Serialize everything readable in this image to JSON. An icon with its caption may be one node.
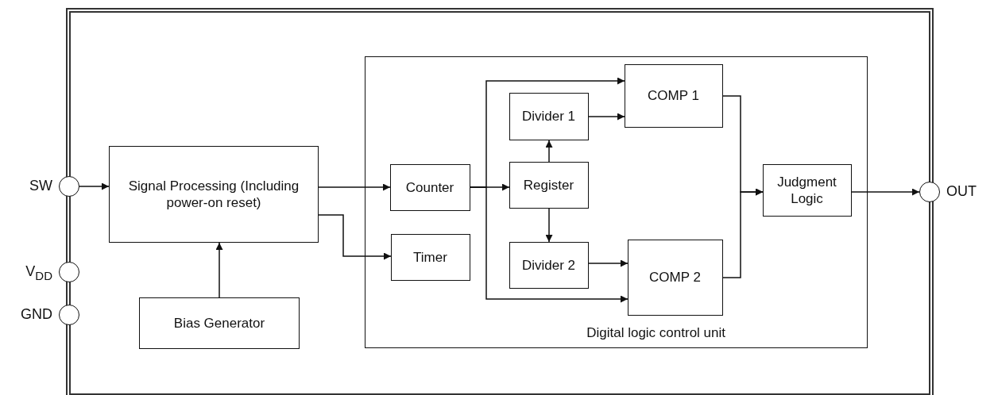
{
  "diagram": {
    "nodes": [
      {
        "text": [],
        "shape": "box"
      },
      {
        "text": [],
        "shape": "circle",
        "beside": [
          "SW"
        ]
      },
      {
        "text": [],
        "shape": "circle",
        "beside": [
          "V$_{DD}$"
        ]
      },
      {
        "text": [],
        "shape": "circle",
        "beside": [
          "GND"
        ]
      },
      {
        "text": [],
        "shape": "circle",
        "beside": [
          "OUT"
        ]
      },
      {
        "text": [
          "Signal Processing (Including power-on reset)"
        ],
        "in": 0
      },
      {
        "text": [
          "Bias Generator"
        ],
        "in": 0
      },
      {
        "text": [
          "Digital logic control unit"
        ],
        "in": 0
      },
      {
        "text": [
          "Counter"
        ],
        "in": 7
      },
      {
        "text": [
          "Timer"
        ],
        "in": 7
      },
      {
        "text": [
          "Register"
        ],
        "in": 7
      },
      {
        "text": [
          "Divider 1"
        ],
        "in": 7
      },
      {
        "text": [
          "Divider 2"
        ],
        "in": 7
      },
      {
        "text": [
          "COMP 1"
        ],
        "in": 7
      },
      {
        "text": [
          "COMP 2"
        ],
        "in": 7
      },
      {
        "text": [
          "Judgment Logic"
        ],
        "in": 7
      }
    ],
    "edges": [
      {
        "from": 1,
        "to": 5,
        "arrow": "to"
      },
      {
        "from": 6,
        "to": 5,
        "arrow": "to"
      },
      {
        "from": 5,
        "to": 8,
        "arrow": "to"
      },
      {
        "from": 5,
        "to": 9,
        "arrow": "to"
      },
      {
        "from": 8,
        "to": 10,
        "arrow": "to"
      },
      {
        "from": 8,
        "to": 13,
        "arrow": "to"
      },
      {
        "from": 8,
        "to": 14,
        "arrow": "to"
      },
      {
        "from": 10,
        "to": 11,
        "arrow": "to"
      },
      {
        "from": 10,
        "to": 12,
        "arrow": "to"
      },
      {
        "from": 11,
        "to": 13,
        "arrow": "to"
      },
      {
        "from": 12,
        "to": 14,
        "arrow": "to"
      },
      {
        "from": 13,
        "to": 15,
        "arrow": "to"
      },
      {
        "from": 14,
        "to": 15,
        "arrow": "to"
      },
      {
        "from": 15,
        "to": 4,
        "arrow": "to"
      }
    ]
  }
}
